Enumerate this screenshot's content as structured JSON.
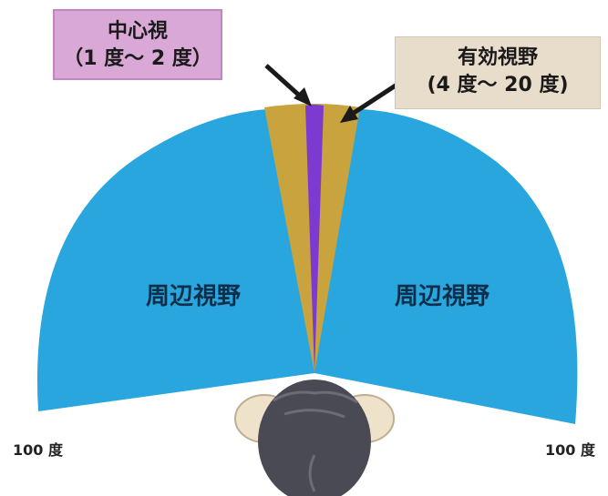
{
  "central_vision": {
    "title": "中心視",
    "range": "（1 度～ 2 度）"
  },
  "effective_field": {
    "title": "有効視野",
    "range": "(4 度～ 20 度)"
  },
  "peripheral_left": "周辺視野",
  "peripheral_right": "周辺視野",
  "left_extent": "100 度",
  "right_extent": "100 度",
  "colors": {
    "peripheral": "#2aa6df",
    "effective": "#c9a33d",
    "central": "#7c3ad1",
    "head": "#4a4a55",
    "ears": "#efe2cb"
  }
}
